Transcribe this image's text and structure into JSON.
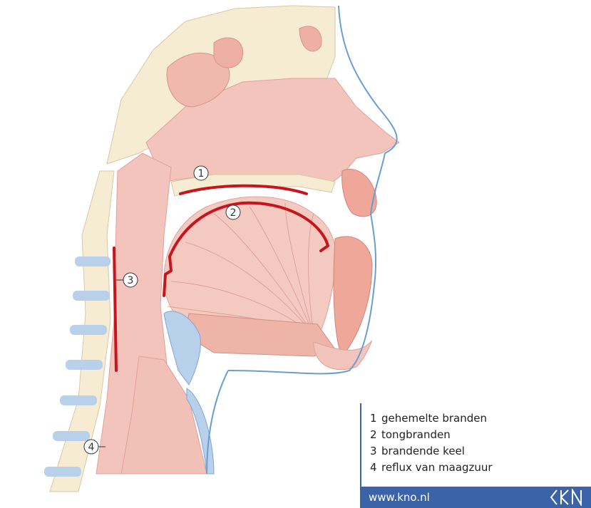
{
  "diagram": {
    "callouts": [
      {
        "id": "callout-1",
        "label": "1"
      },
      {
        "id": "callout-2",
        "label": "2"
      },
      {
        "id": "callout-3",
        "label": "3"
      },
      {
        "id": "callout-4",
        "label": "4"
      }
    ]
  },
  "legend": {
    "items": [
      {
        "num": "1",
        "text": "gehemelte branden"
      },
      {
        "num": "2",
        "text": "tongbranden"
      },
      {
        "num": "3",
        "text": "brandende keel"
      },
      {
        "num": "4",
        "text": "reflux van maagzuur"
      }
    ],
    "url": "www.kno.nl",
    "logo_icon": "kno-logo-icon"
  },
  "colors": {
    "tissue": "#f2c4bc",
    "tissue_dark": "#e79f95",
    "bone": "#f6ecd4",
    "cartilage": "#b8d0ea",
    "burn_line": "#c8141c",
    "brand_blue": "#3b63a8"
  }
}
